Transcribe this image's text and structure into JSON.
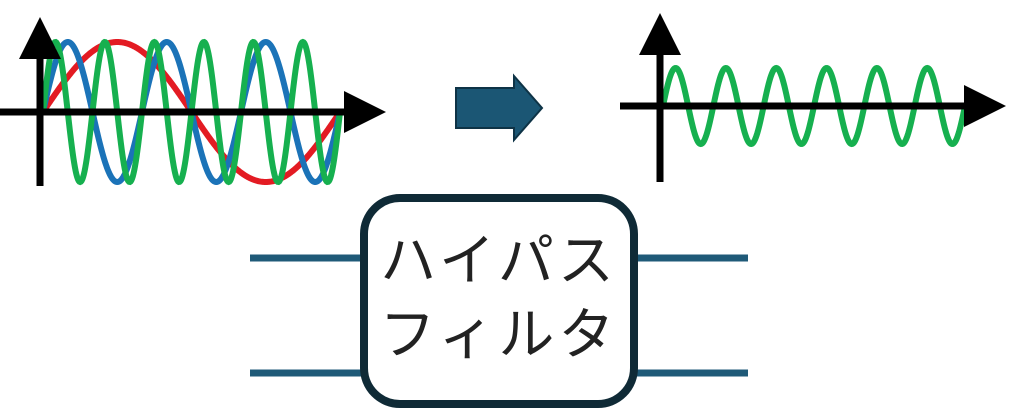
{
  "filter": {
    "label_line1": "ハイパス",
    "label_line2": "フィルタ",
    "box_color": "#0f2a36",
    "terminal_color": "#1f5a78"
  },
  "signals": {
    "input": [
      {
        "color": "#e31b23",
        "cycles": 1
      },
      {
        "color": "#1b73b8",
        "cycles": 3
      },
      {
        "color": "#16b04f",
        "cycles": 6
      }
    ],
    "output": [
      {
        "color": "#16b04f",
        "cycles": 6
      }
    ]
  },
  "arrow": {
    "color": "#1b5674",
    "direction": "right"
  },
  "axes_color": "#000000"
}
